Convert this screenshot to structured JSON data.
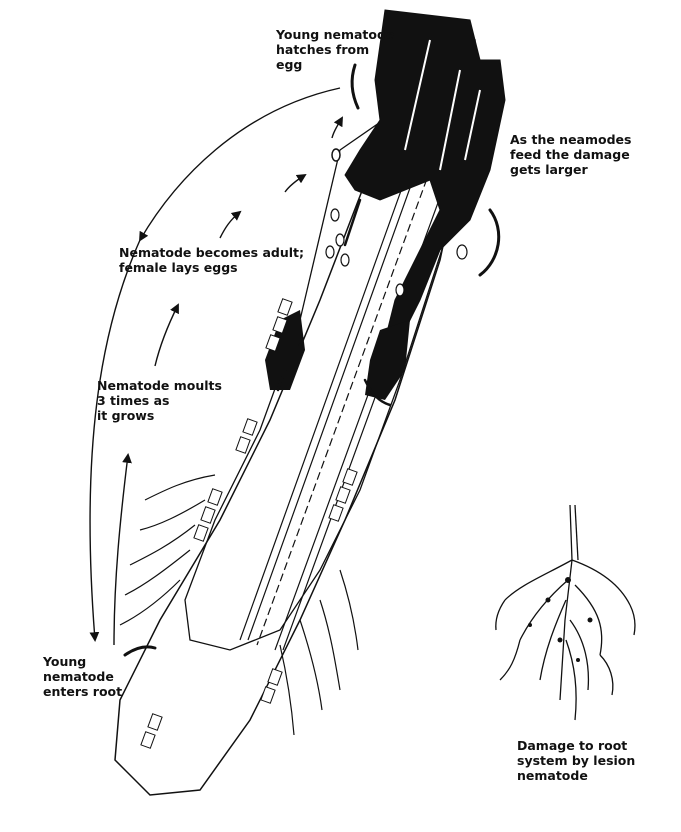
{
  "labels": {
    "hatch": "Young nematode\nhatches from\negg",
    "feed": "As the neamodes\nfeed the damage\ngets larger",
    "adult": "Nematode becomes adult;\nfemale lays eggs",
    "moult": "Nematode moults\n3 times as\nit grows",
    "enter": "Young\nnematode\nenters root",
    "damage": "Damage to root\nsystem by lesion\nnematode"
  },
  "colors": {
    "ink": "#111111",
    "paper": "#ffffff"
  }
}
